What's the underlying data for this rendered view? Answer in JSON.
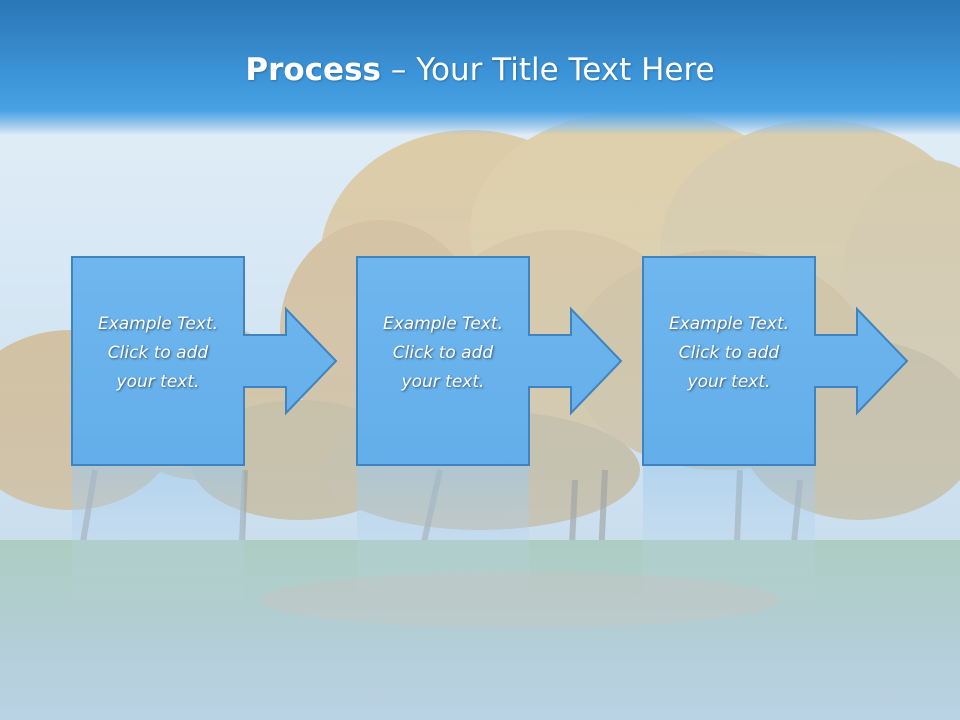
{
  "title": {
    "bold": "Process",
    "separator": " – ",
    "rest": "Your Title Text Here"
  },
  "steps": [
    {
      "lines": [
        "Example Text.",
        "Click  to add",
        "your text."
      ]
    },
    {
      "lines": [
        "Example Text.",
        "Click  to add",
        "your text."
      ]
    },
    {
      "lines": [
        "Example Text.",
        "Click  to add",
        "your text."
      ]
    }
  ],
  "colors": {
    "title_band": "#3c94d8",
    "box_fill": "#6cb4ec",
    "box_border": "#3f84c0",
    "text": "#ffffff"
  },
  "icons": {
    "step_connector": "right-arrow-icon"
  }
}
